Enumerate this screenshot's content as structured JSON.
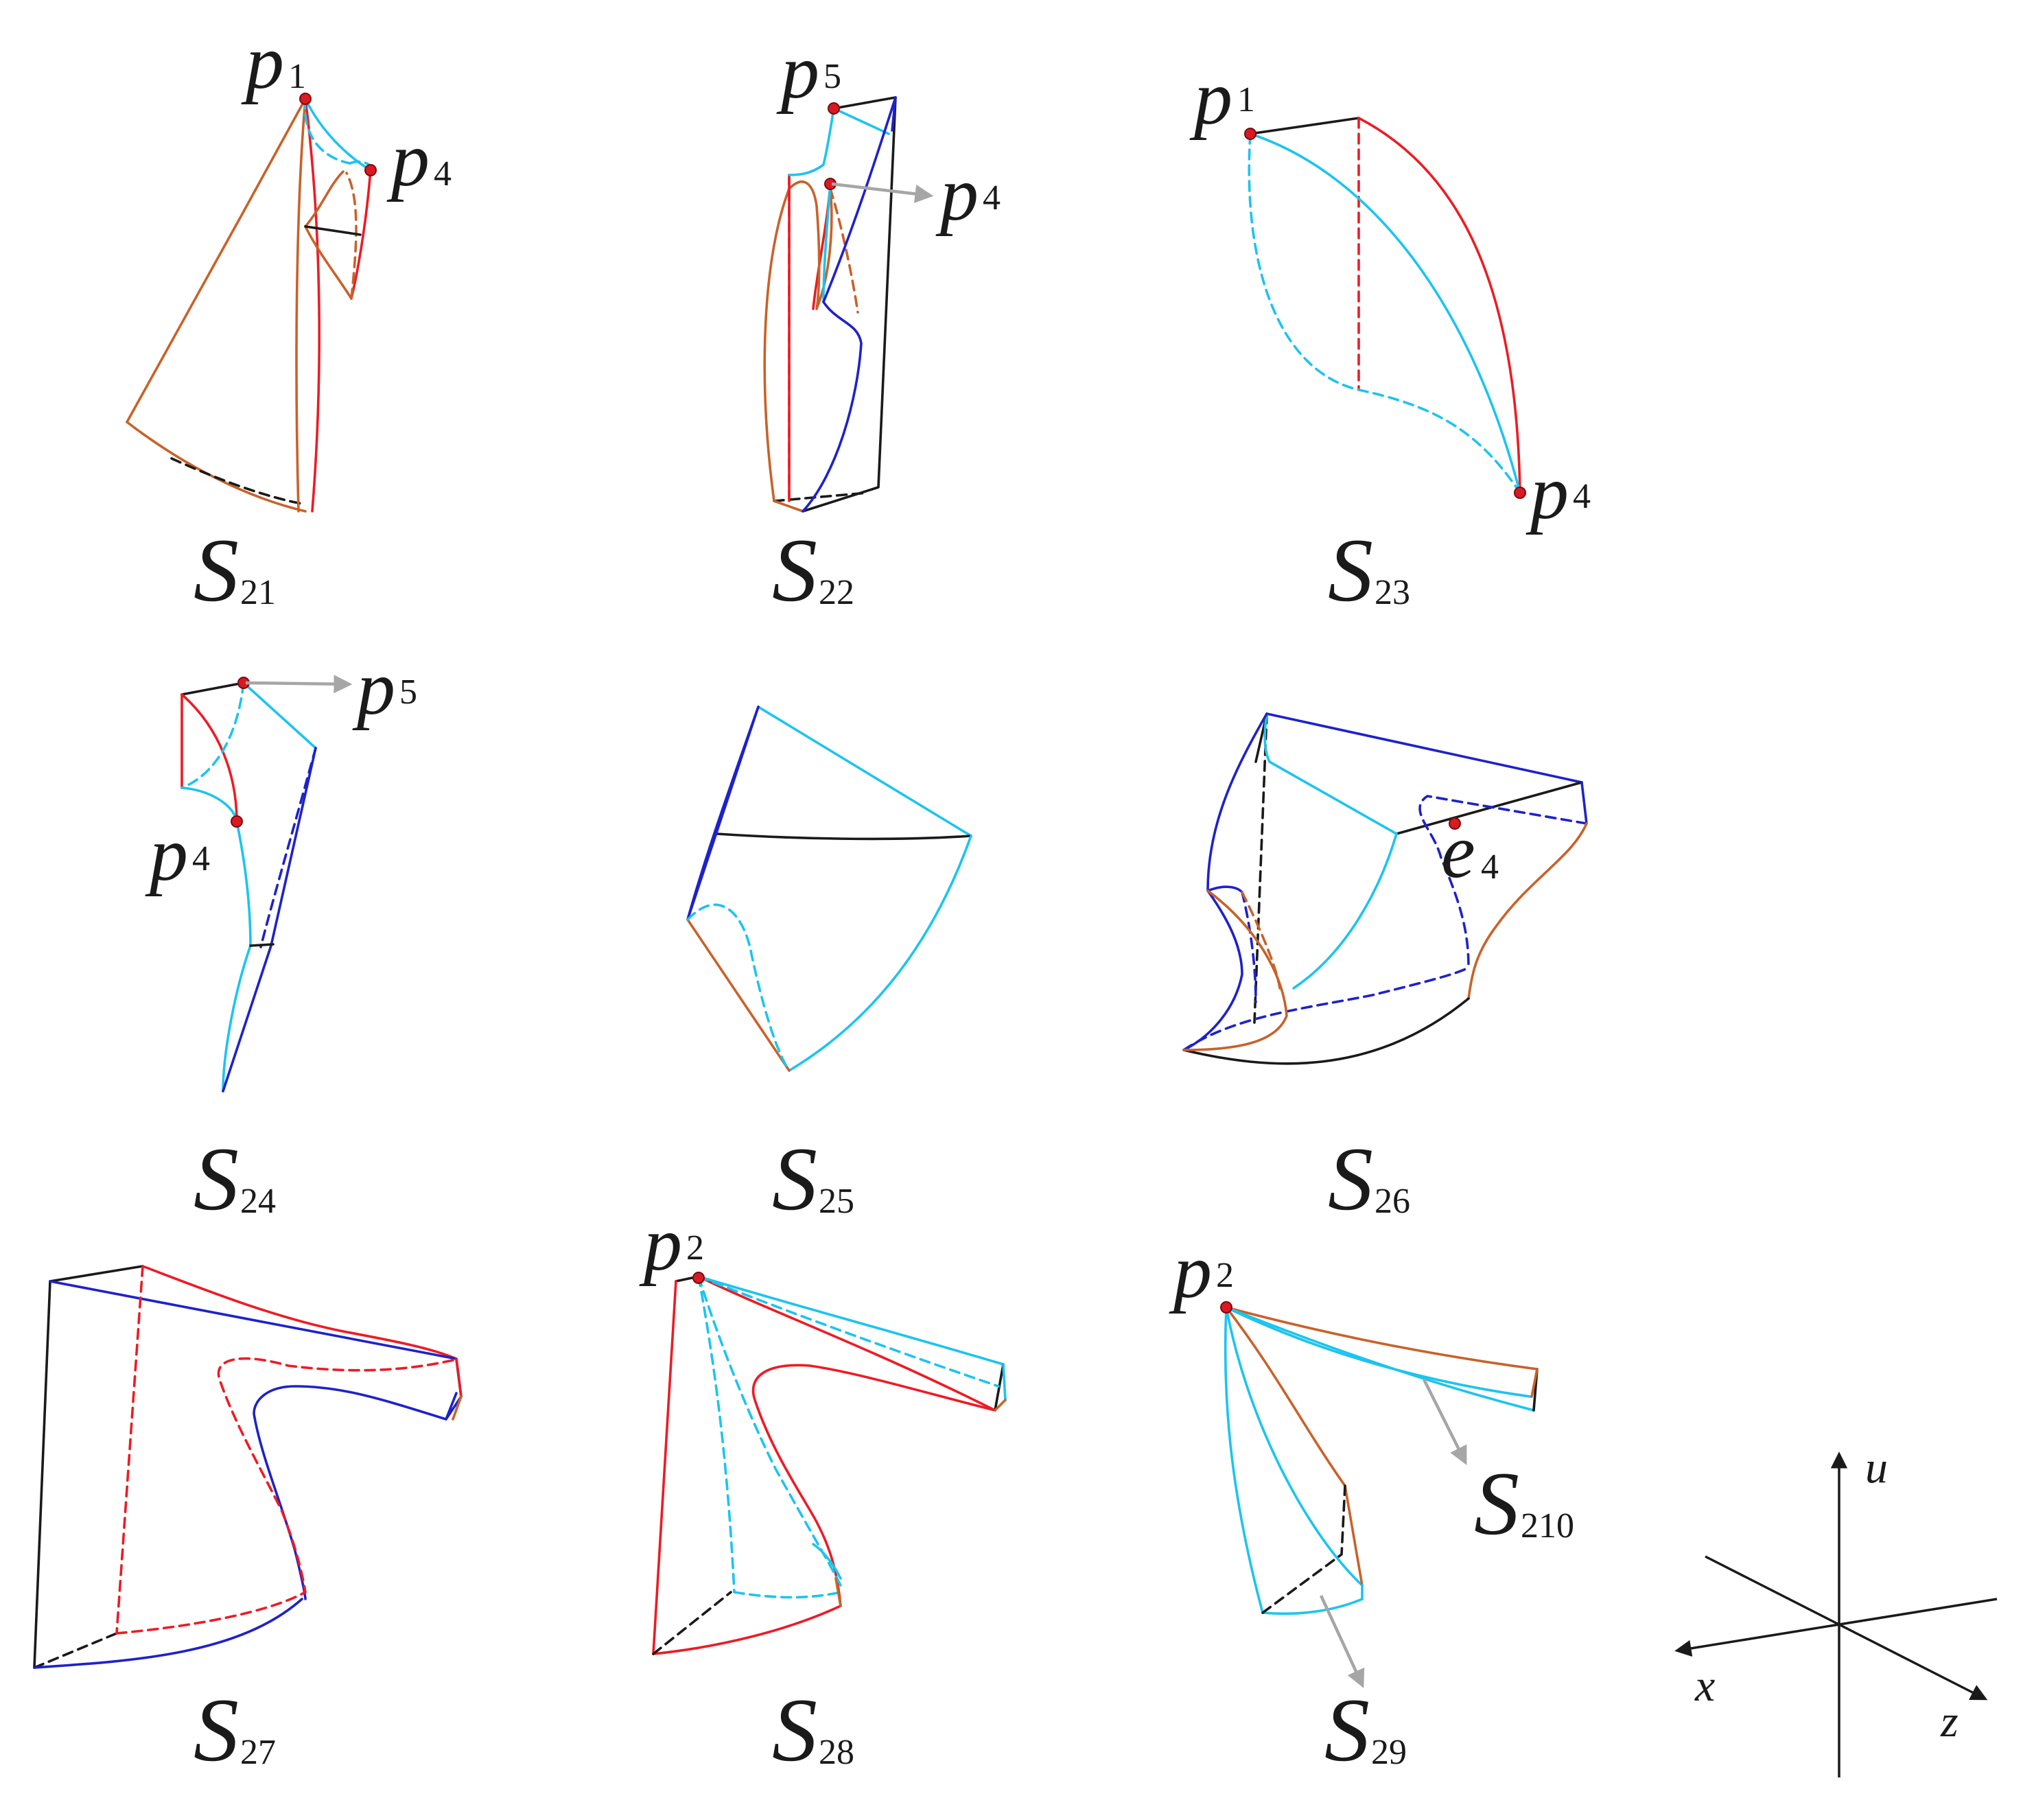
{
  "surfaces": [
    {
      "main": "S",
      "sub": "21"
    },
    {
      "main": "S",
      "sub": "22"
    },
    {
      "main": "S",
      "sub": "23"
    },
    {
      "main": "S",
      "sub": "24"
    },
    {
      "main": "S",
      "sub": "25"
    },
    {
      "main": "S",
      "sub": "26"
    },
    {
      "main": "S",
      "sub": "27"
    },
    {
      "main": "S",
      "sub": "28"
    },
    {
      "main": "S",
      "sub": "29"
    }
  ],
  "extra_surface": {
    "main": "S",
    "sub": "210"
  },
  "points": {
    "p1": {
      "main": "p",
      "sub": "1"
    },
    "p2": {
      "main": "p",
      "sub": "2"
    },
    "p4": {
      "main": "p",
      "sub": "4"
    },
    "p5": {
      "main": "p",
      "sub": "5"
    },
    "e4": {
      "main": "e",
      "sub": "4"
    }
  },
  "axes": {
    "u": "u",
    "x": "x",
    "z": "z"
  },
  "colors": {
    "cyan": "#1cc4ef",
    "red": "#ec1c24",
    "brown": "#c8622a",
    "blue": "#1e22c8",
    "black": "#1a1a1a",
    "arrow_grey": "#a6a6a6",
    "vertex": "#d91a22"
  }
}
